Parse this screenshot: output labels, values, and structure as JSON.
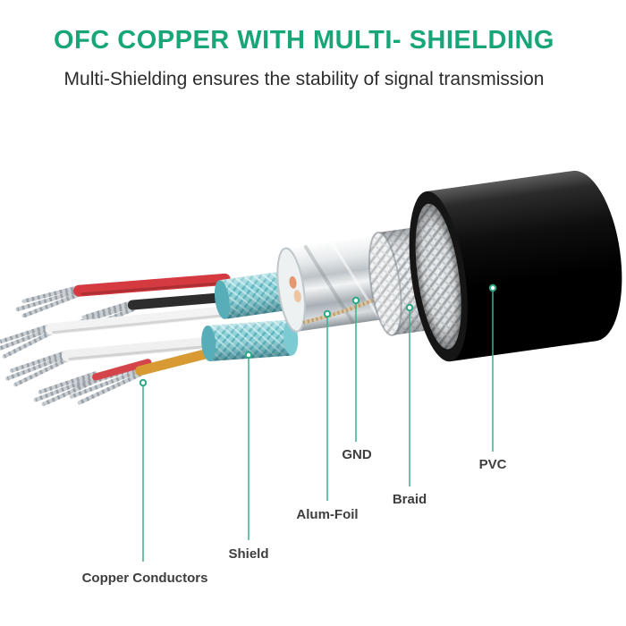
{
  "header": {
    "title": "OFC COPPER WITH MULTI- SHIELDING",
    "subtitle": "Multi-Shielding ensures the stability of signal transmission"
  },
  "diagram": {
    "callouts": [
      {
        "id": "copper-conductors",
        "label": "Copper Conductors"
      },
      {
        "id": "shield",
        "label": "Shield"
      },
      {
        "id": "alum-foil",
        "label": "Alum-Foil"
      },
      {
        "id": "gnd",
        "label": "GND"
      },
      {
        "id": "braid",
        "label": "Braid"
      },
      {
        "id": "pvc",
        "label": "PVC"
      }
    ],
    "parts": [
      "copper-strands",
      "inner-wires",
      "shield-wrap",
      "alum-foil",
      "gnd-wire",
      "braid",
      "pvc-jacket"
    ]
  },
  "colors": {
    "accent_green": "#18A679",
    "leader_line": "#3FAE8F",
    "label_text": "#3E3E3E",
    "shield_teal": "#8FD2D9",
    "wire_red": "#D43A3F",
    "wire_orange": "#D89B33",
    "jacket_black": "#0A0A0A"
  }
}
